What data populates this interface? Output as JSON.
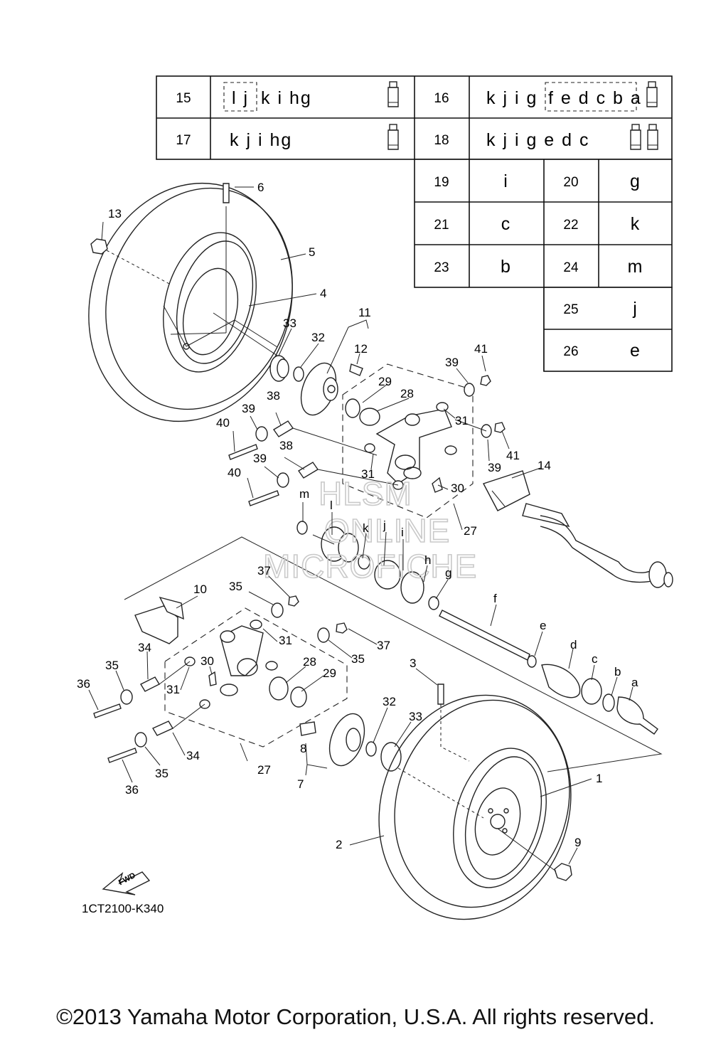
{
  "table": {
    "row1": [
      {
        "part": "15",
        "codes_boxed": "l j",
        "codes": "k i hg",
        "tubes": 1
      },
      {
        "part": "16",
        "codes": "k j i g",
        "codes_boxed": "f e d c b a",
        "tubes": 1
      }
    ],
    "row2": [
      {
        "part": "17",
        "codes": "k j i hg",
        "tubes": 1
      },
      {
        "part": "18",
        "codes": "k j i g e d c",
        "tubes": 2
      }
    ],
    "small": [
      {
        "part": "19",
        "code": "i"
      },
      {
        "part": "20",
        "code": "g"
      },
      {
        "part": "21",
        "code": "c"
      },
      {
        "part": "22",
        "code": "k"
      },
      {
        "part": "23",
        "code": "b"
      },
      {
        "part": "24",
        "code": "m"
      },
      {
        "part": "25",
        "code": "j"
      },
      {
        "part": "26",
        "code": "e"
      }
    ]
  },
  "callouts": {
    "n1": "1",
    "n2": "2",
    "n3": "3",
    "n4": "4",
    "n5": "5",
    "n6": "6",
    "n7": "7",
    "n8": "8",
    "n9": "9",
    "n10": "10",
    "n11": "11",
    "n12": "12",
    "n13": "13",
    "n14": "14",
    "n27a": "27",
    "n27b": "27",
    "n28a": "28",
    "n28b": "28",
    "n29a": "29",
    "n29b": "29",
    "n30a": "30",
    "n30b": "30",
    "n31a": "31",
    "n31b": "31",
    "n31c": "31",
    "n31d": "31",
    "n32a": "32",
    "n32b": "32",
    "n33a": "33",
    "n33b": "33",
    "n34a": "34",
    "n34b": "34",
    "n35a": "35",
    "n35b": "35",
    "n35c": "35",
    "n35d": "35",
    "n36a": "36",
    "n36b": "36",
    "n37a": "37",
    "n37b": "37",
    "n38a": "38",
    "n38b": "38",
    "n39a": "39",
    "n39b": "39",
    "n39c": "39",
    "n39d": "39",
    "n40a": "40",
    "n40b": "40",
    "n41a": "41",
    "n41b": "41"
  },
  "letters": {
    "a": "a",
    "b": "b",
    "c": "c",
    "d": "d",
    "e": "e",
    "f": "f",
    "g": "g",
    "h": "h",
    "i": "i",
    "j": "j",
    "k": "k",
    "l": "l",
    "m": "m"
  },
  "fwd_label": "FWD",
  "diagram_code": "1CT2100-K340",
  "watermark": [
    "HLSM",
    "ONLINE",
    "MICROFICHE"
  ],
  "copyright": "©2013 Yamaha Motor Corporation, U.S.A. All rights reserved."
}
